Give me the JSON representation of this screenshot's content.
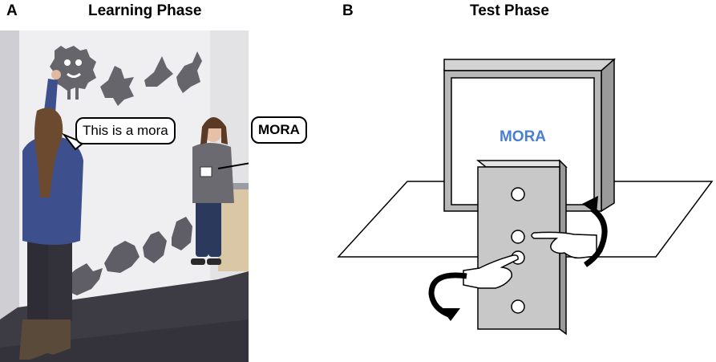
{
  "panels": [
    {
      "letter": "A",
      "title": "Learning Phase",
      "speech_bubble": "This is a mora",
      "label_card": "MORA"
    },
    {
      "letter": "B",
      "title": "Test Phase",
      "screen_text": "MORA"
    }
  ],
  "colors": {
    "screen_text": "#4a7fcf",
    "wall": "#e9e8ea",
    "floor": "#3a3942",
    "plush": "#626168",
    "panel_gray": "#c8c8c8",
    "monitor_frame": "#b8b8b8"
  }
}
